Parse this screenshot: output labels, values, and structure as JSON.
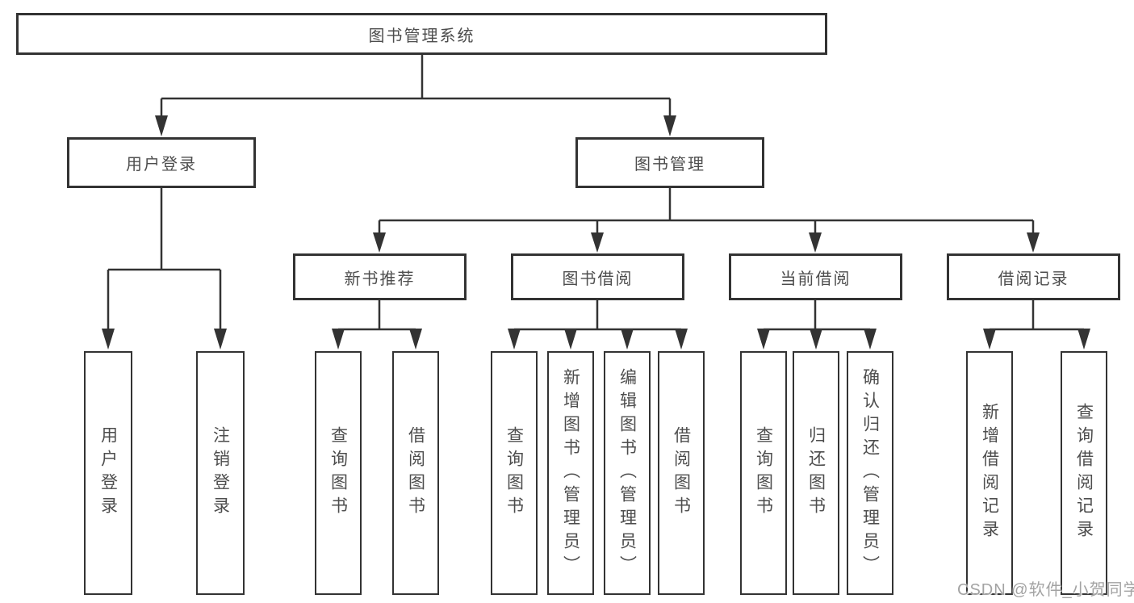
{
  "diagram_type": "hierarchy-tree",
  "tree": {
    "label": "图书管理系统",
    "children": [
      {
        "label": "用户登录",
        "children": [
          {
            "label": "用户登录"
          },
          {
            "label": "注销登录"
          }
        ]
      },
      {
        "label": "图书管理",
        "children": [
          {
            "label": "新书推荐",
            "children": [
              {
                "label": "查询图书"
              },
              {
                "label": "借阅图书"
              }
            ]
          },
          {
            "label": "图书借阅",
            "children": [
              {
                "label": "查询图书"
              },
              {
                "label": "新增图书（管理员）"
              },
              {
                "label": "编辑图书（管理员）"
              },
              {
                "label": "借阅图书"
              }
            ]
          },
          {
            "label": "当前借阅",
            "children": [
              {
                "label": "查询图书"
              },
              {
                "label": "归还图书"
              },
              {
                "label": "确认归还（管理员）"
              }
            ]
          },
          {
            "label": "借阅记录",
            "children": [
              {
                "label": "新增借阅记录"
              },
              {
                "label": "查询借阅记录"
              }
            ]
          }
        ]
      }
    ]
  },
  "watermark": {
    "text": "CSDN @软件_小贺同学",
    "color": "#a3a3a3"
  },
  "colors": {
    "line": "#333333",
    "box_border": "#333333",
    "box_fill": "#ffffff",
    "text": "#4d4d4d",
    "background": "#ffffff"
  }
}
